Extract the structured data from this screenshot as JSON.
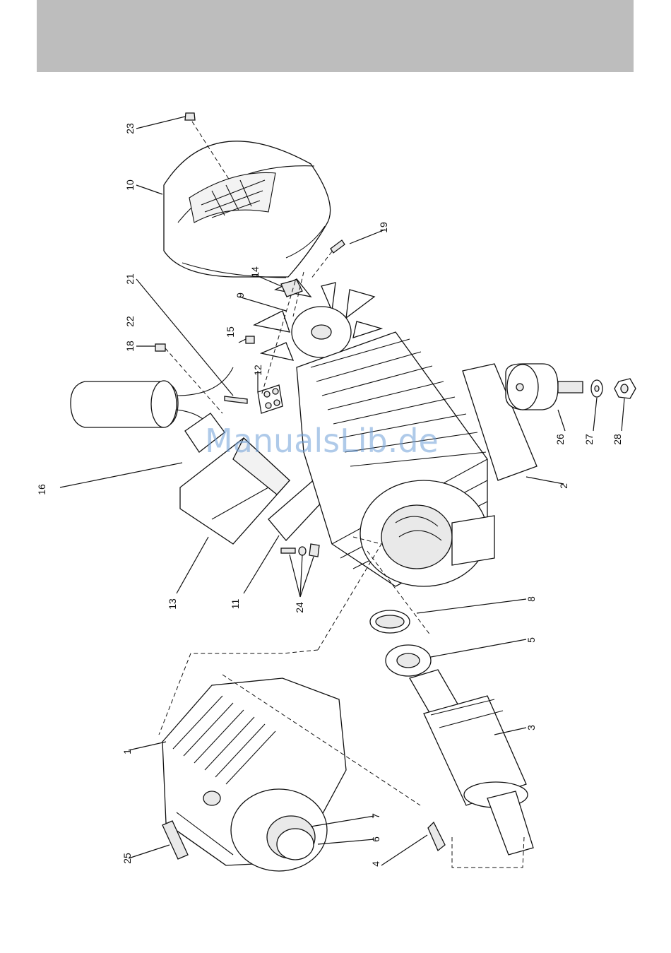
{
  "header": {
    "color": "#bdbdbd"
  },
  "watermark": {
    "text": "ManualsLib.de",
    "color": "#6fa0d8"
  },
  "callouts": {
    "c1": "1",
    "c2": "2",
    "c3": "3",
    "c4": "4",
    "c5": "5",
    "c6": "6",
    "c7": "7",
    "c8": "8",
    "c9": "9",
    "c10": "10",
    "c11": "11",
    "c12": "12",
    "c13": "13",
    "c14": "14",
    "c15": "15",
    "c16": "16",
    "c18": "18",
    "c19": "19",
    "c21": "21",
    "c22": "22",
    "c23": "23",
    "c24": "24",
    "c25": "25",
    "c26": "26",
    "c27": "27",
    "c28": "28"
  }
}
